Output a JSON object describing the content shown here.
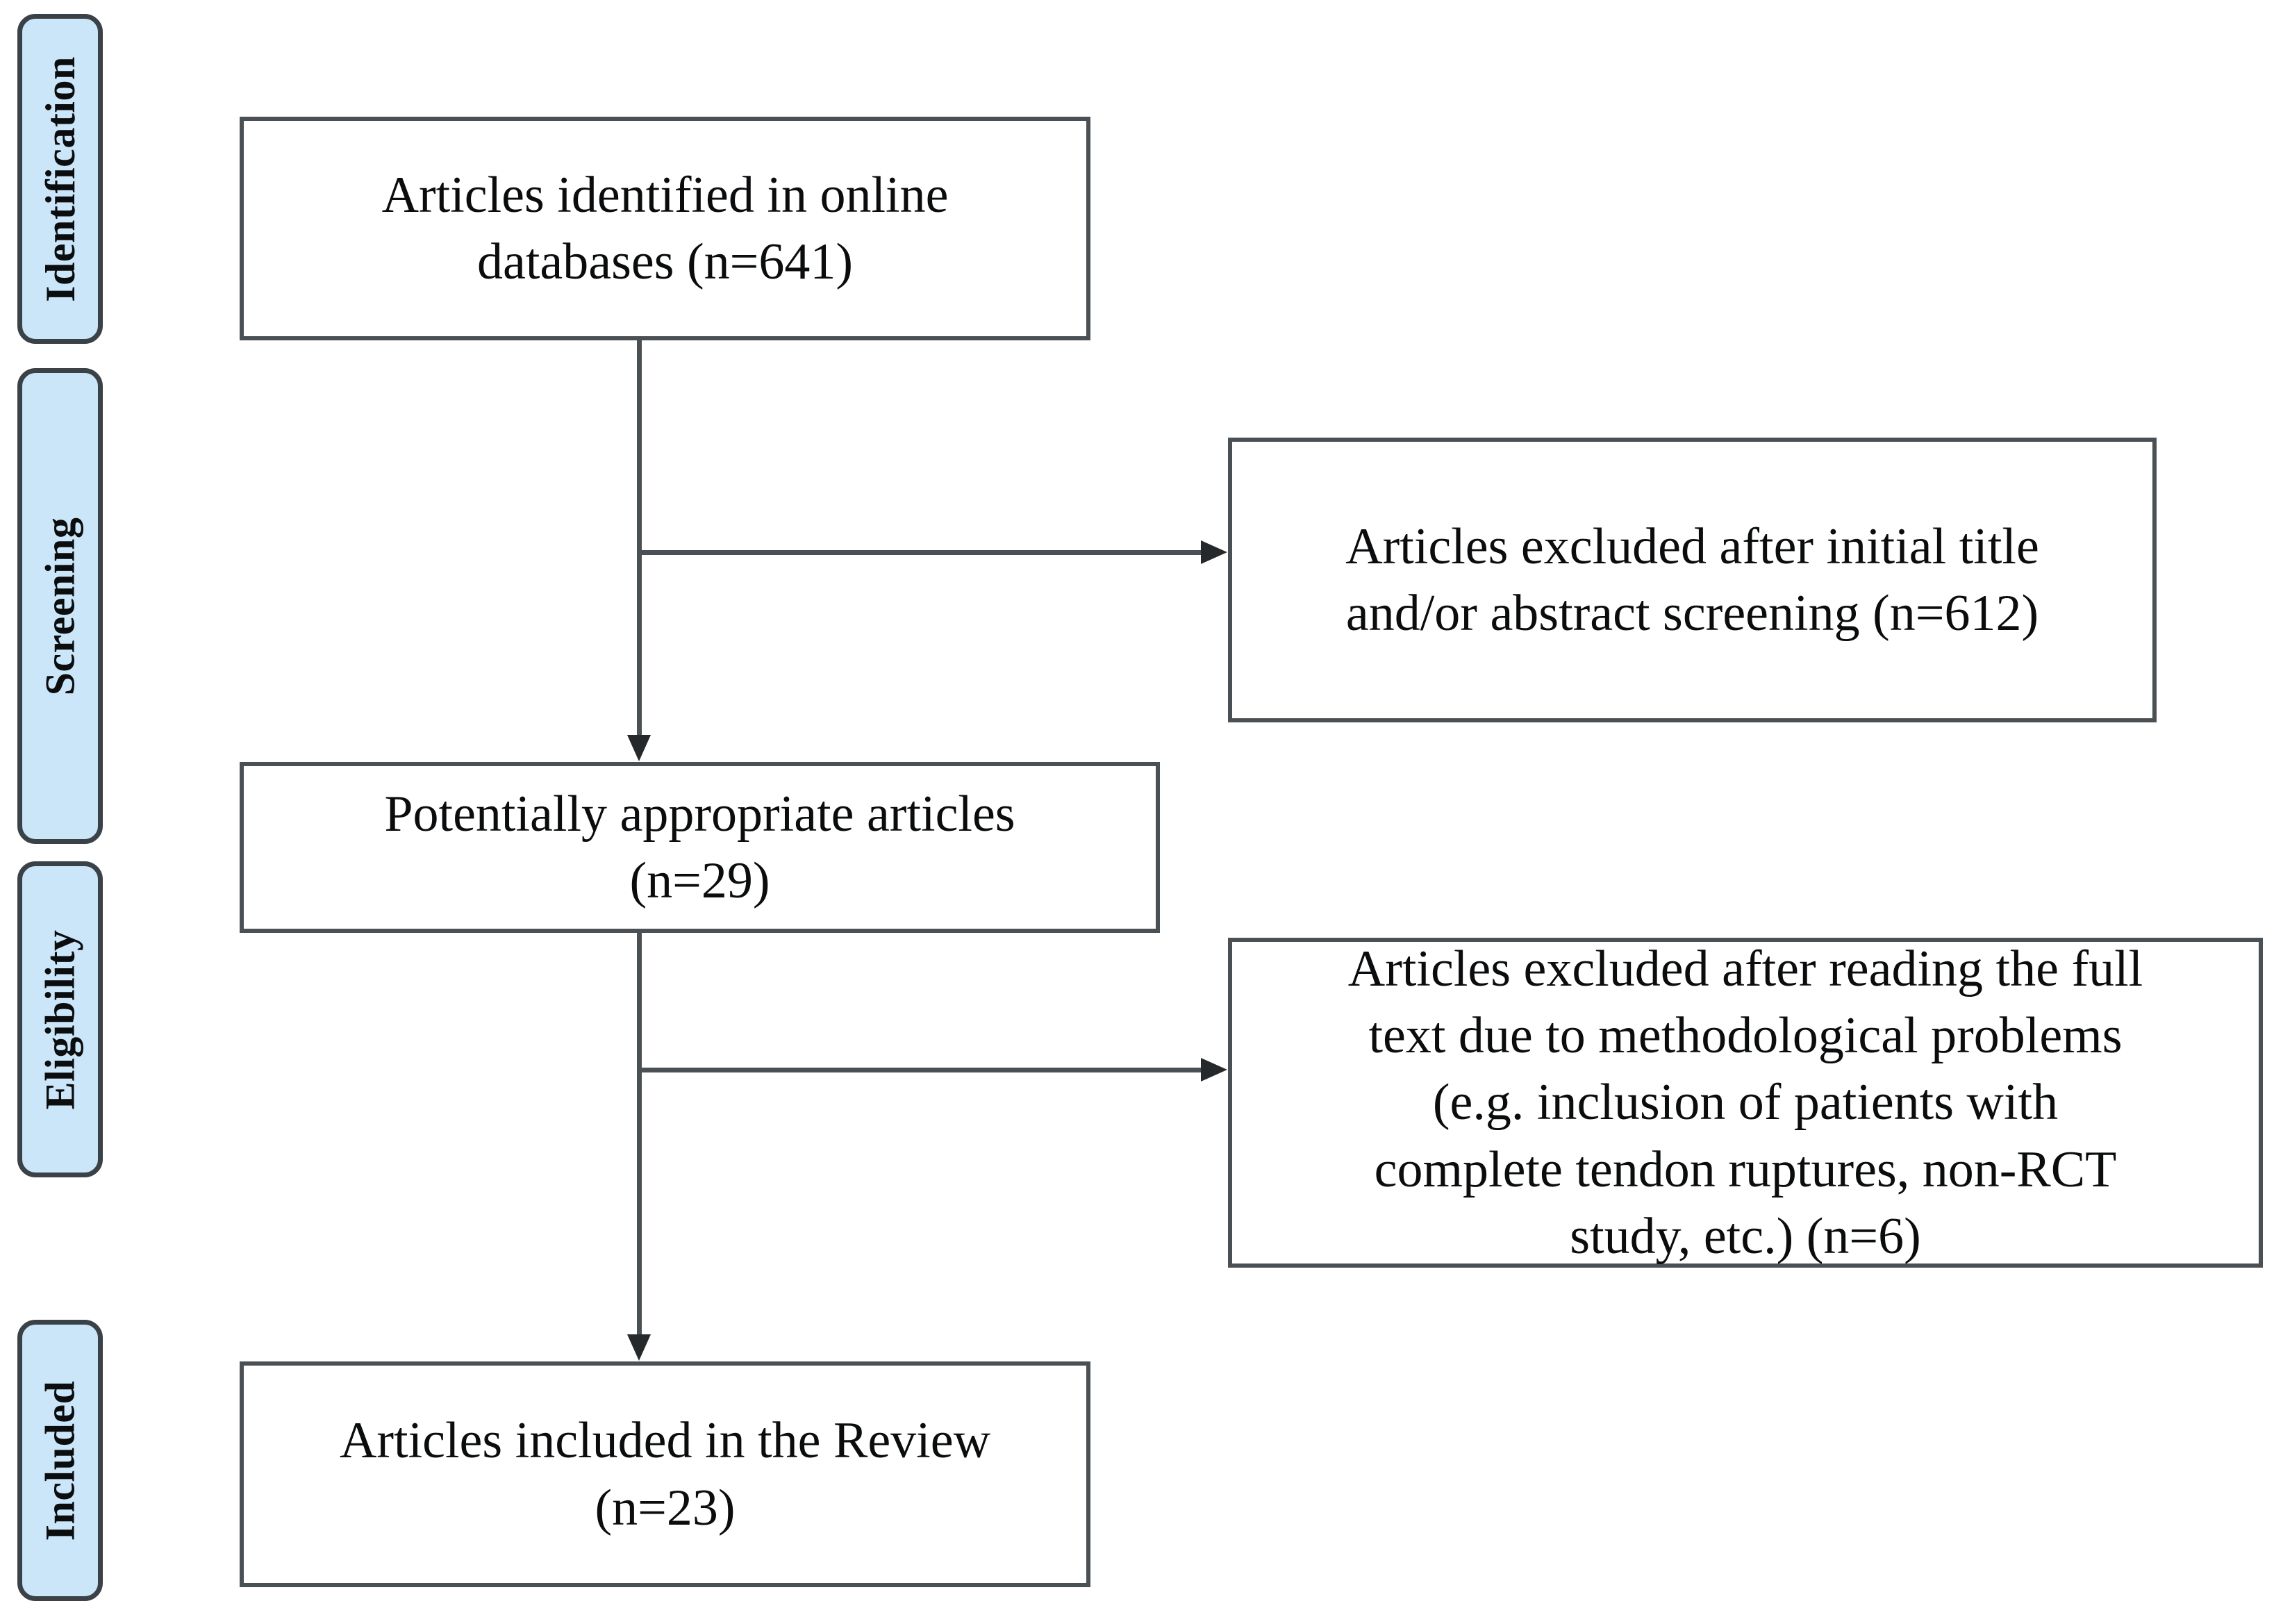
{
  "figure": {
    "type": "prisma-flow-diagram",
    "colors": {
      "stage_fill": "#cbe6f9",
      "stage_border": "#3a4247",
      "box_border": "#4a5054",
      "connector": "#4a5054",
      "background": "#ffffff",
      "text": "#0a0c0d"
    }
  },
  "stages": [
    {
      "id": "identification",
      "label": "Identification"
    },
    {
      "id": "screening",
      "label": "Screening"
    },
    {
      "id": "eligibility",
      "label": "Eligibility"
    },
    {
      "id": "included",
      "label": "Included"
    }
  ],
  "boxes": [
    {
      "id": "identified",
      "text": "Articles identified in online\ndatabases (n=641)",
      "n": 641
    },
    {
      "id": "excluded-title-abstract",
      "text": "Articles excluded after initial title\nand/or abstract screening (n=612)",
      "n": 612
    },
    {
      "id": "potentially-appropriate",
      "text": "Potentially appropriate articles\n(n=29)",
      "n": 29
    },
    {
      "id": "excluded-full-text",
      "text": "Articles excluded after reading the full\ntext due to methodological problems\n(e.g. inclusion of patients with\ncomplete tendon ruptures, non-RCT\nstudy, etc.) (n=6)",
      "n": 6
    },
    {
      "id": "included-review",
      "text": "Articles included in the Review\n(n=23)",
      "n": 23
    }
  ],
  "connectors": [
    {
      "id": "identified-to-potentially",
      "from": "identified",
      "to": "potentially-appropriate",
      "direction": "down"
    },
    {
      "id": "screening-exclusion-branch",
      "from": "identified",
      "to": "excluded-title-abstract",
      "direction": "right"
    },
    {
      "id": "potentially-to-included",
      "from": "potentially-appropriate",
      "to": "included-review",
      "direction": "down"
    },
    {
      "id": "eligibility-exclusion-branch",
      "from": "potentially-appropriate",
      "to": "excluded-full-text",
      "direction": "right"
    }
  ]
}
